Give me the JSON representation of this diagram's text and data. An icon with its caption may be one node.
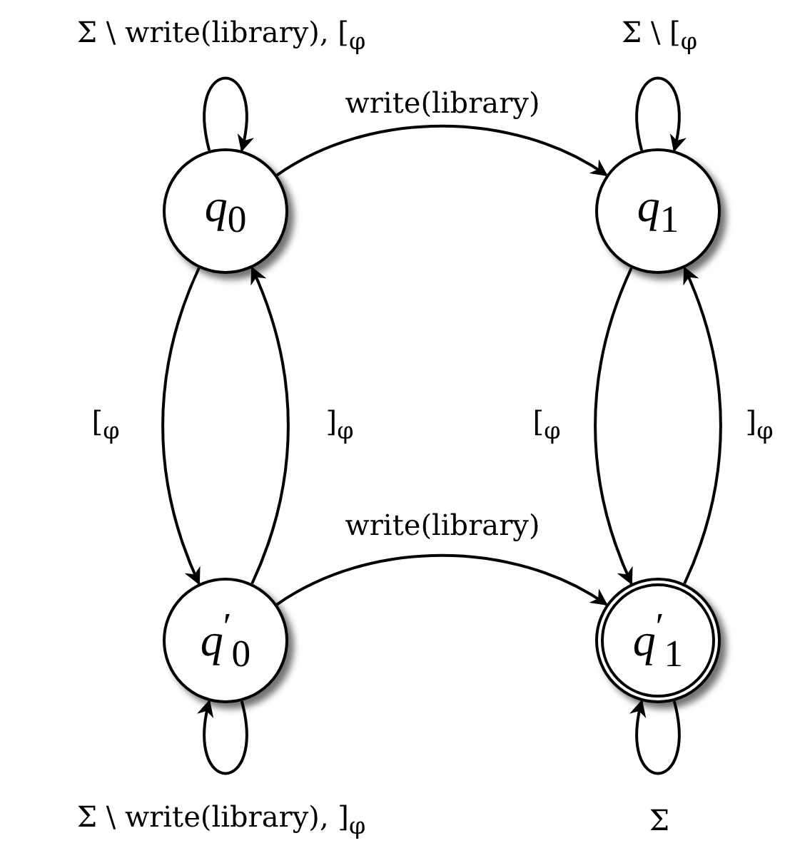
{
  "diagram": {
    "nodes": [
      {
        "text": [
          "*q*$_{0}$"
        ]
      },
      {
        "text": [
          "*q*$_{1}$"
        ]
      },
      {
        "text": [
          "*q*$^{′}$$_{0}$"
        ]
      },
      {
        "text": [
          "*q*$^{′}$$_{1}$"
        ]
      }
    ],
    "edges": [
      {
        "from": 0,
        "to": 0,
        "arrow": "to",
        "label": "Σ \\ write(library), [$_{φ}$"
      },
      {
        "from": 1,
        "to": 1,
        "arrow": "to",
        "label": "Σ \\ [$_{φ}$"
      },
      {
        "from": 0,
        "to": 1,
        "arrow": "to",
        "label": "write(library)"
      },
      {
        "from": 0,
        "to": 2,
        "arrow": "to",
        "label": "[$_{φ}$"
      },
      {
        "from": 2,
        "to": 0,
        "arrow": "to",
        "label": "]$_{φ}$"
      },
      {
        "from": 1,
        "to": 3,
        "arrow": "to",
        "label": "[$_{φ}$"
      },
      {
        "from": 3,
        "to": 1,
        "arrow": "to",
        "label": "]$_{φ}$"
      },
      {
        "from": 2,
        "to": 3,
        "arrow": "to",
        "label": "write(library)"
      },
      {
        "from": 2,
        "to": 2,
        "arrow": "to",
        "label": "Σ \\ write(library), ]$_{φ}$"
      },
      {
        "from": 3,
        "to": 3,
        "arrow": "to",
        "label": "Σ"
      }
    ]
  }
}
